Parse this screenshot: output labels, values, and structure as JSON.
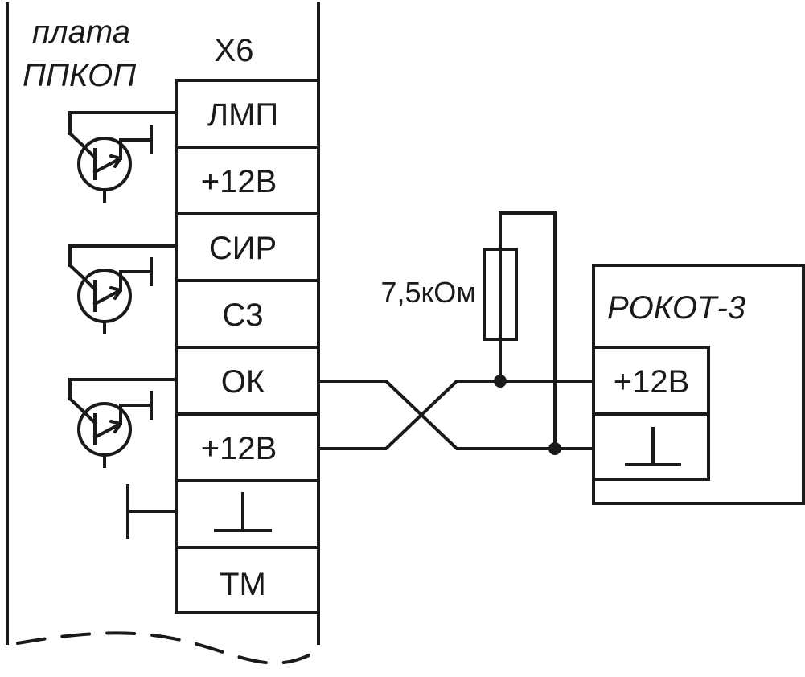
{
  "board": {
    "title_line1": "плата",
    "title_line2": "ППКОП",
    "connector": "X6",
    "terminals": [
      "ЛМП",
      "+12В",
      "СИР",
      "С3",
      "ОК",
      "+12В",
      "",
      "ТМ"
    ]
  },
  "resistor": {
    "label": "7,5кОм"
  },
  "device": {
    "name": "РОКОТ-3",
    "terminals": [
      "+12В",
      ""
    ]
  },
  "icons": {
    "ground": "ground-icon",
    "transistor": "npn-transistor-icon"
  }
}
